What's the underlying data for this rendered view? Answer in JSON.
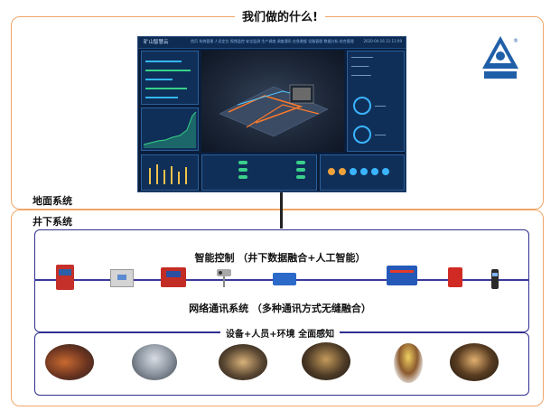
{
  "title": "我们做的什么!",
  "sections": {
    "ground": "地面系统",
    "underground": "井下系统"
  },
  "dashboard": {
    "app_title": "矿山智慧云",
    "menu": "首页 系统管理 人员定位 视频监控 安全监测 生产调度 调度通讯 应急救援 设备管理 数据分析 综合管理",
    "time": "2020-04-16 11:11:09"
  },
  "blocks": {
    "smart_control": "智能控制 （井下数据融合+人工智能）",
    "network": "网络通讯系统 （多种通讯方式无缝融合）",
    "perception": "设备+人员+环境 全面感知"
  },
  "devices": [
    "console-box",
    "grey-cabinet",
    "power-box",
    "camera",
    "sensor",
    "switch-box",
    "red-box",
    "handheld"
  ],
  "photos": [
    "machinery",
    "mine-headframe",
    "tunnel",
    "tunnel-arch",
    "worker",
    "mine-shaft"
  ],
  "colors": {
    "frame": "#f0a766",
    "box": "#2f2f8f",
    "dashboard_bg": "#0a1e3c"
  },
  "logo": "hx-logo"
}
